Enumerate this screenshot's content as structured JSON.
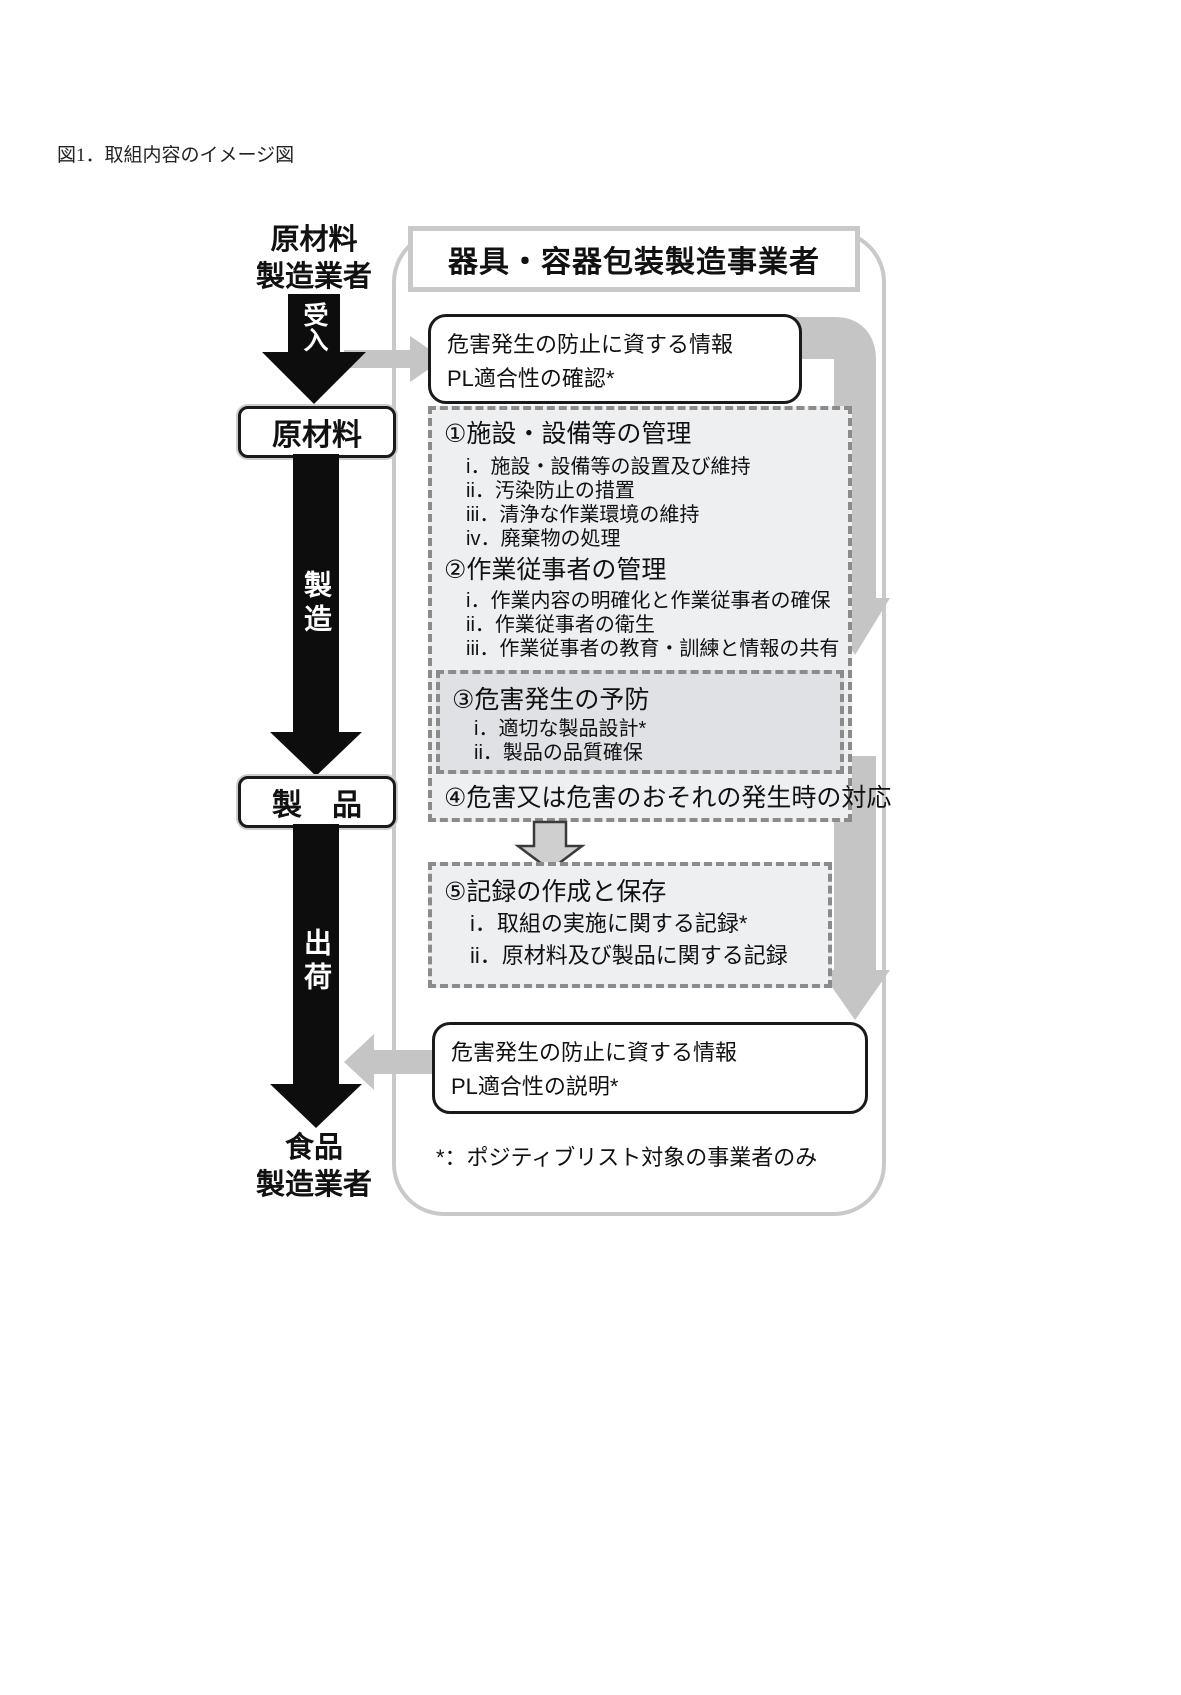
{
  "page": {
    "title": "図1．取組内容のイメージ図"
  },
  "colors": {
    "black_arrow": "#0d0d0d",
    "gray_arrow": "#c5c5c5",
    "container_border": "#c9c9c9",
    "dashed_border": "#8b8b8b",
    "panel_fill_light": "#edeff1",
    "panel_fill_dark": "#dfe1e4"
  },
  "left_flow": {
    "supplier_line1": "原材料",
    "supplier_line2": "製造業者",
    "receive_arrow_label": "受入",
    "raw_material_box": "原材料",
    "manufacture_arrow_label": "製造",
    "product_box": "製　品",
    "ship_arrow_label": "出荷",
    "food_maker_line1": "食品",
    "food_maker_line2": "製造業者"
  },
  "main": {
    "header": "器具・容器包装製造事業者",
    "incoming_info_box": {
      "line1": "危害発生の防止に資する情報",
      "line2": "PL適合性の確認*"
    },
    "section1": {
      "title": "①施設・設備等の管理",
      "items": [
        "i．施設・設備等の設置及び維持",
        "ii．汚染防止の措置",
        "iii．清浄な作業環境の維持",
        "iv．廃棄物の処理"
      ]
    },
    "section2": {
      "title": "②作業従事者の管理",
      "items": [
        "i．作業内容の明確化と作業従事者の確保",
        "ii．作業従事者の衛生",
        "iii．作業従事者の教育・訓練と情報の共有"
      ]
    },
    "section3": {
      "title": "③危害発生の予防",
      "items": [
        "i．適切な製品設計*",
        "ii．製品の品質確保"
      ]
    },
    "section4": {
      "title": "④危害又は危害のおそれの発生時の対応"
    },
    "section5": {
      "title": "⑤記録の作成と保存",
      "items": [
        "i．取組の実施に関する記録*",
        "ii．原材料及び製品に関する記録"
      ]
    },
    "outgoing_info_box": {
      "line1": "危害発生の防止に資する情報",
      "line2": "PL適合性の説明*"
    },
    "footnote": "*：ポジティブリスト対象の事業者のみ"
  }
}
